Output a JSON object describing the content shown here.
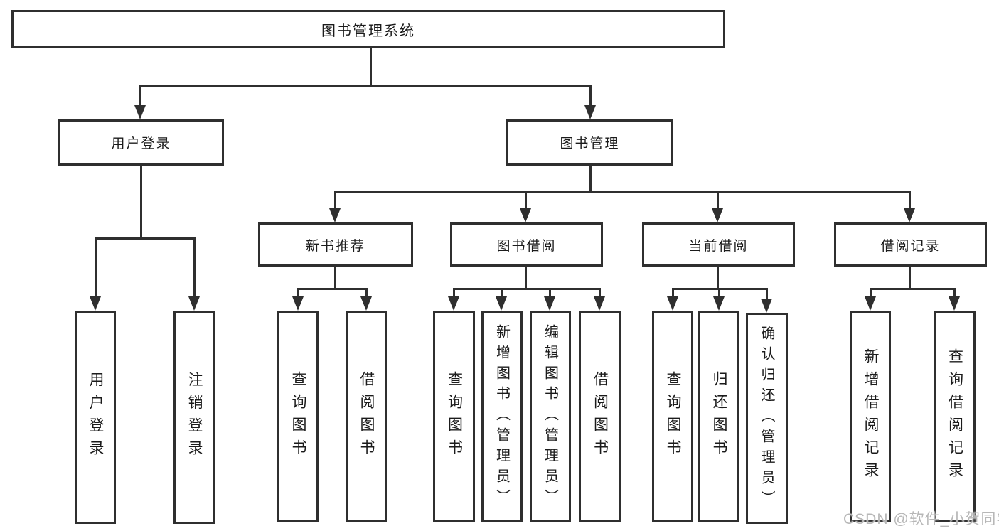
{
  "diagram": {
    "type": "hierarchy-flowchart",
    "title": "图书管理系统"
  },
  "colors": {
    "line": "#2f2f2f",
    "box_border": "#2f2f2f",
    "text": "#1b1b1b",
    "background": "#ffffff",
    "watermark": "#b7b7b7"
  },
  "nodes": {
    "root": "图书管理系统",
    "level2": {
      "user_login": "用户登录",
      "book_mgmt": "图书管理"
    },
    "level3": {
      "new_book": "新书推荐",
      "borrow": "图书借阅",
      "current": "当前借阅",
      "records": "借阅记录"
    },
    "level4": {
      "user_login_leaf": "用户登录",
      "logout": "注销登录",
      "nb_query": "查询图书",
      "nb_borrow": "借阅图书",
      "bb_query": "查询图书",
      "bb_add": "新增图书（管理员）",
      "bb_edit": "编辑图书（管理员）",
      "bb_borrow": "借阅图书",
      "cb_query": "查询图书",
      "cb_return": "归还图书",
      "cb_confirm": "确认归还（管理员）",
      "br_add": "新增借阅记录",
      "br_query": "查询借阅记录"
    }
  },
  "hierarchy": {
    "图书管理系统": {
      "用户登录": [
        "用户登录",
        "注销登录"
      ],
      "图书管理": {
        "新书推荐": [
          "查询图书",
          "借阅图书"
        ],
        "图书借阅": [
          "查询图书",
          "新增图书（管理员）",
          "编辑图书（管理员）",
          "借阅图书"
        ],
        "当前借阅": [
          "查询图书",
          "归还图书",
          "确认归还（管理员）"
        ],
        "借阅记录": [
          "新增借阅记录",
          "查询借阅记录"
        ]
      }
    }
  },
  "watermark": "CSDN @软件_小贺同学"
}
